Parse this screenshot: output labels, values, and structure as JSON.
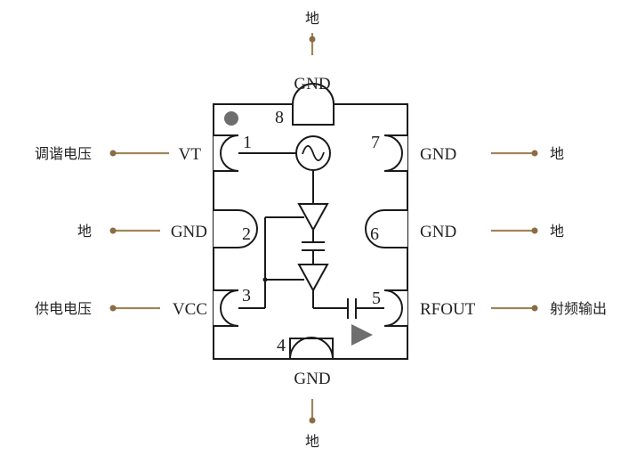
{
  "colors": {
    "lead": "#a0855b",
    "lead_dot": "#8a6d44",
    "line": "#1a1a1a",
    "marker": "#6e6e6e",
    "arrow": "#6e6e6e"
  },
  "pins": {
    "p1": {
      "number": "1",
      "name": "VT",
      "description": "调谐电压"
    },
    "p2": {
      "number": "2",
      "name": "GND",
      "description": "地"
    },
    "p3": {
      "number": "3",
      "name": "VCC",
      "description": "供电电压"
    },
    "p4": {
      "number": "4",
      "name": "GND",
      "description": "地"
    },
    "p5": {
      "number": "5",
      "name": "RFOUT",
      "description": "射频输出"
    },
    "p6": {
      "number": "6",
      "name": "GND",
      "description": "地"
    },
    "p7": {
      "number": "7",
      "name": "GND",
      "description": "地"
    },
    "p8": {
      "number": "8",
      "name": "GND",
      "description": "地"
    }
  },
  "icons": {
    "oscillator": "sine-source-icon",
    "amplifier": "triangle-buffer-icon",
    "capacitor": "capacitor-icon",
    "pin1_marker": "dot-icon",
    "output_arrow": "triangle-arrow-icon"
  }
}
